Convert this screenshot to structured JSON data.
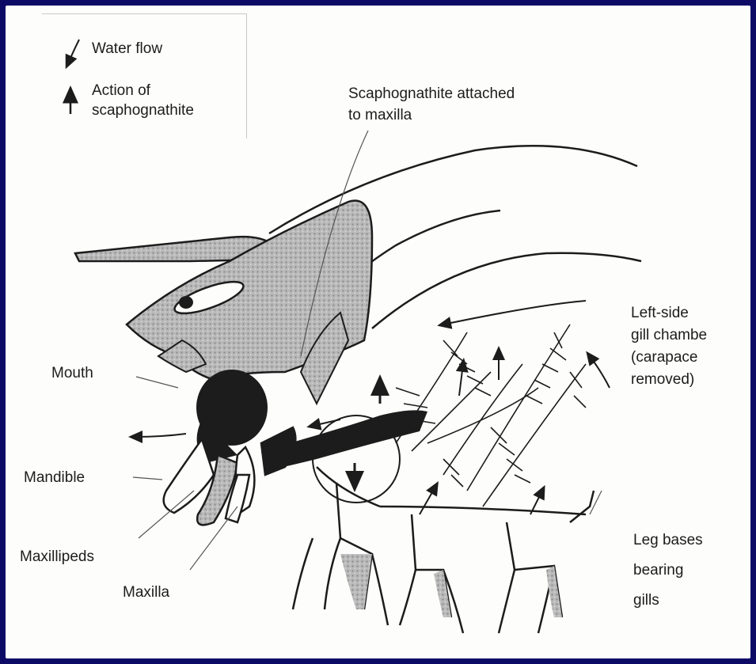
{
  "legend": {
    "water_flow": "Water flow",
    "action_line1": "Action of",
    "action_line2": "scaphognathite"
  },
  "labels": {
    "scaphognathite_line1": "Scaphognathite attached",
    "scaphognathite_line2": "to maxilla",
    "gill_line1": "Left-side",
    "gill_line2": "gill chambe",
    "gill_line3": "(carapace",
    "gill_line4": "removed)",
    "mouth": "Mouth",
    "mandible": "Mandible",
    "maxillipeds": "Maxillipeds",
    "maxilla": "Maxilla",
    "legs_line1": "Leg bases",
    "legs_line2": "bearing",
    "legs_line3": "gills"
  },
  "colors": {
    "background": "#0d0a66",
    "panel": "#fdfdfb",
    "ink": "#1c1c1c",
    "shade": "#9a9a9a"
  }
}
